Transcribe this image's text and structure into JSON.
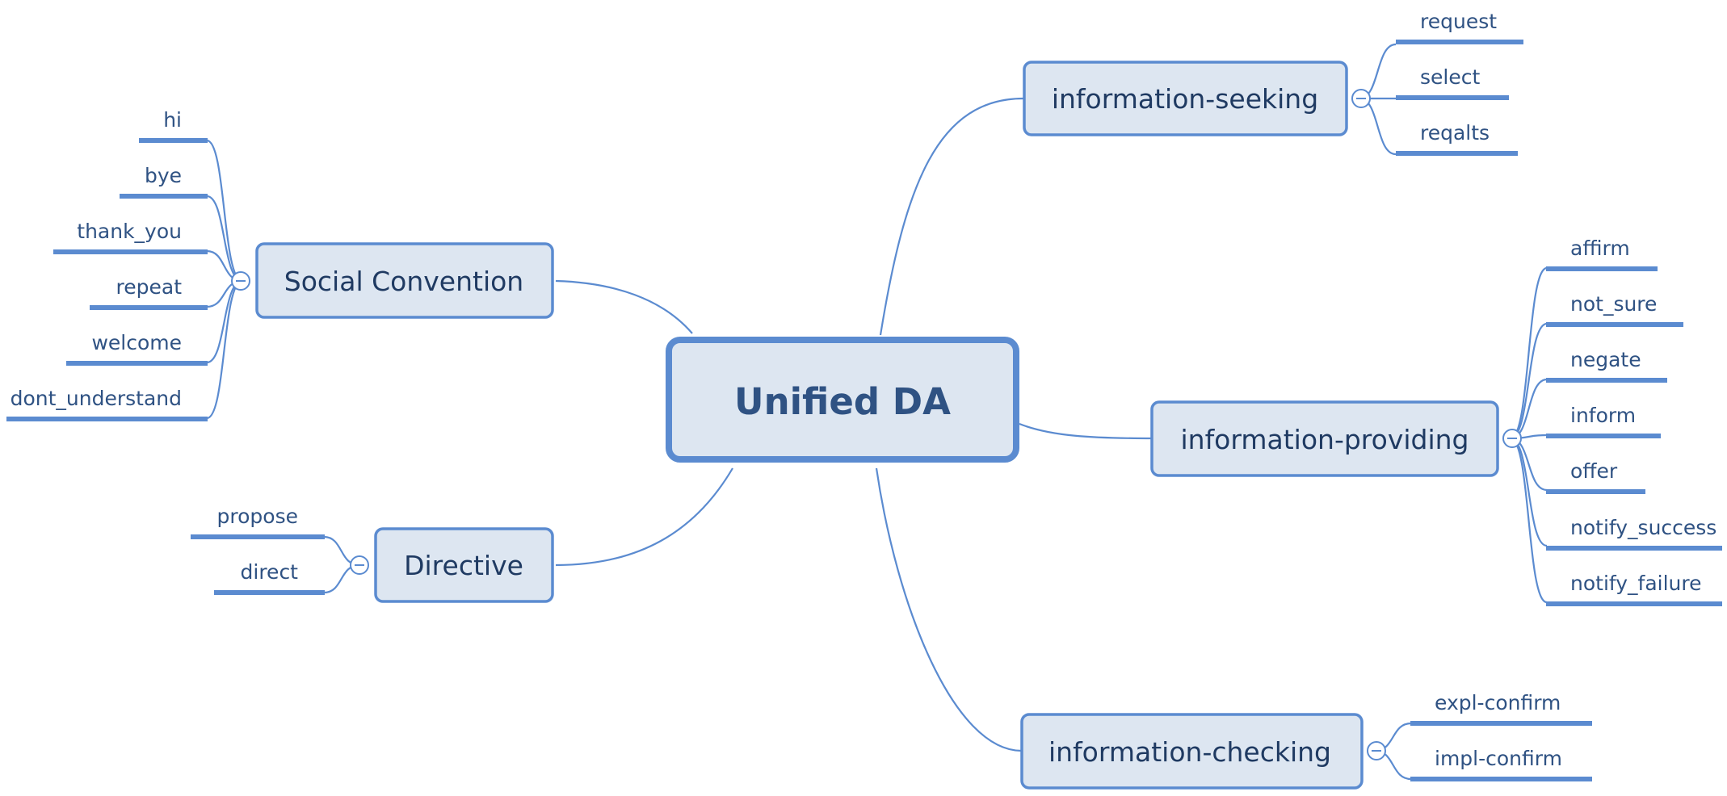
{
  "root": {
    "label": "Unified DA"
  },
  "branches": [
    {
      "label": "information-seeking",
      "leaves": [
        "request",
        "select",
        "reqalts"
      ]
    },
    {
      "label": "information-providing",
      "leaves": [
        "affirm",
        "not_sure",
        "negate",
        "inform",
        "offer",
        "notify_success",
        "notify_failure"
      ]
    },
    {
      "label": "information-checking",
      "leaves": [
        "expl-confirm",
        "impl-confirm"
      ]
    },
    {
      "label": "Social Convention",
      "leaves": [
        "hi",
        "bye",
        "thank_you",
        "repeat",
        "welcome",
        "dont_understand"
      ]
    },
    {
      "label": "Directive",
      "leaves": [
        "propose",
        "direct"
      ]
    }
  ],
  "colors": {
    "line": "#5b8bd0",
    "box_fill": "#dde6f1",
    "root_text": "#2f5283",
    "branch_text": "#1f3a62",
    "leaf_text": "#2f5283"
  },
  "icons": {
    "collapse": "collapse-minus-icon"
  }
}
